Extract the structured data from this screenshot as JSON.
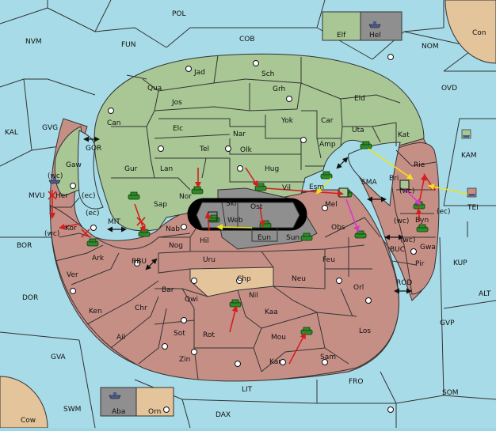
{
  "colors": {
    "sea": "#a7dbe8",
    "green": "#a8c795",
    "red": "#c68f86",
    "tan": "#e4c49b",
    "gray": "#8f8f8f",
    "black": "#000000",
    "unit": "#2f8a2a",
    "move_red": "#d22020",
    "move_yellow": "#f0e31c",
    "move_magenta": "#d23ac8"
  },
  "labels": {
    "POL": "POL",
    "COB": "COB",
    "FUN": "FUN",
    "NVM": "NVM",
    "NOM": "NOM",
    "Con": "Con",
    "OVD": "OVD",
    "KAL": "KAL",
    "GVG": "GVG",
    "KAM": "KAM",
    "TEI": "TEI",
    "SMA": "SMA",
    "BOR": "BOR",
    "MIT": "MIT",
    "RBU": "RBU",
    "DOR": "DOR",
    "BUC": "BUC",
    "KUP": "KUP",
    "ROD": "ROD",
    "ALT": "ALT",
    "GVP": "GVP",
    "GVA": "GVA",
    "LIT": "LIT",
    "FRO": "FRO",
    "SOM": "SOM",
    "SWM": "SWM",
    "DAX": "DAX",
    "Cow": "Cow",
    "GOR": "GOR",
    "MVU": "MVU",
    "Jad": "Jad",
    "Sch": "Sch",
    "Qua": "Qua",
    "Jos": "Jos",
    "Grh": "Grh",
    "Eld": "Eld",
    "Can": "Can",
    "Elc": "Elc",
    "Nar": "Nar",
    "Yok": "Yok",
    "Car": "Car",
    "Uta": "Uta",
    "Kat": "Kat",
    "Gaw": "Gaw",
    "Tel": "Tel",
    "Olk": "Olk",
    "Amp": "Amp",
    "Gur": "Gur",
    "Lan": "Lan",
    "Hug": "Hug",
    "Rie": "Rie",
    "Bri": "Bri",
    "Her": "Her",
    "Nor": "Nor",
    "Skr": "Skr",
    "Vil": "Vil",
    "Esm": "Esm",
    "Sap": "Sap",
    "Ost": "Ost",
    "Mel": "Mel",
    "Byn": "Byn",
    "Kor": "Kor",
    "Web": "Web",
    "Nab": "Nab",
    "Hil": "Hil",
    "Eun": "Eun",
    "Sun": "Sun",
    "Obs": "Obs",
    "Gwa": "Gwa",
    "Ark": "Ark",
    "Nog": "Nog",
    "Uru": "Uru",
    "Feu": "Feu",
    "Pir": "Pir",
    "Ver": "Ver",
    "Chp": "Chp",
    "Neu": "Neu",
    "Orl": "Orl",
    "Bar": "Bar",
    "Qwi": "Qwi",
    "Nil": "Nil",
    "Ken": "Ken",
    "Chr": "Chr",
    "Kaa": "Kaa",
    "Los": "Los",
    "Ail": "Ail",
    "Sot": "Sot",
    "Rot": "Rot",
    "Mou": "Mou",
    "Sam": "Sam",
    "Zin": "Zin",
    "Kar": "Kar",
    "Elf": "Elf",
    "Hel": "Hel",
    "Aba": "Aba",
    "Orn": "Orn",
    "wc": "(wc)",
    "ec": "(ec)"
  }
}
